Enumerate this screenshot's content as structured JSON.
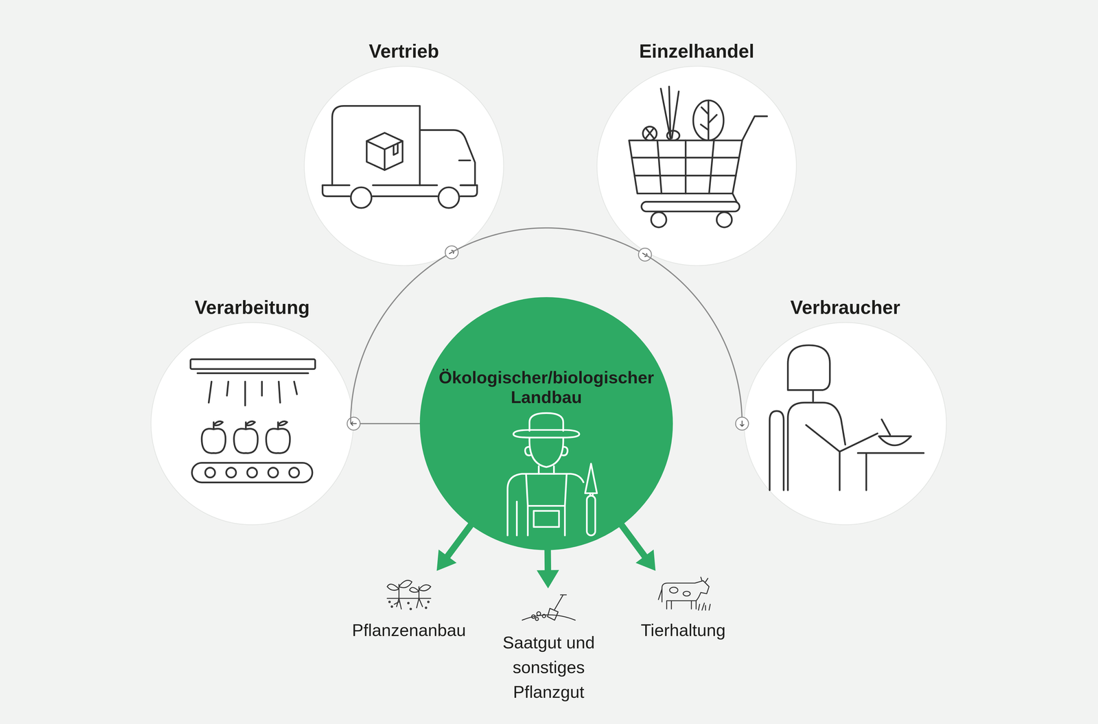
{
  "diagram": {
    "nodes": [
      {
        "text": [
          "Vertrieb"
        ]
      },
      {
        "text": [
          "Einzelhandel"
        ]
      },
      {
        "text": [
          "Verarbeitung"
        ]
      },
      {
        "text": [
          "Ökologischer/biologischer Landbau"
        ]
      },
      {
        "text": [
          "Verbraucher"
        ]
      },
      {
        "text": [
          "Pflanzenanbau"
        ]
      },
      {
        "text": [
          "Saatgut und sonstiges Pflanzgut"
        ]
      },
      {
        "text": [
          "Tierhaltung"
        ]
      }
    ],
    "edges": [
      {
        "from": 3,
        "to": 2,
        "arrow": "to"
      },
      {
        "from": 2,
        "to": 0,
        "arrow": "to"
      },
      {
        "from": 0,
        "to": 1,
        "arrow": "to"
      },
      {
        "from": 1,
        "to": 4,
        "arrow": "to"
      },
      {
        "from": 3,
        "to": 5,
        "arrow": "to"
      },
      {
        "from": 3,
        "to": 6,
        "arrow": "to"
      },
      {
        "from": 3,
        "to": 7,
        "arrow": "to"
      }
    ]
  }
}
